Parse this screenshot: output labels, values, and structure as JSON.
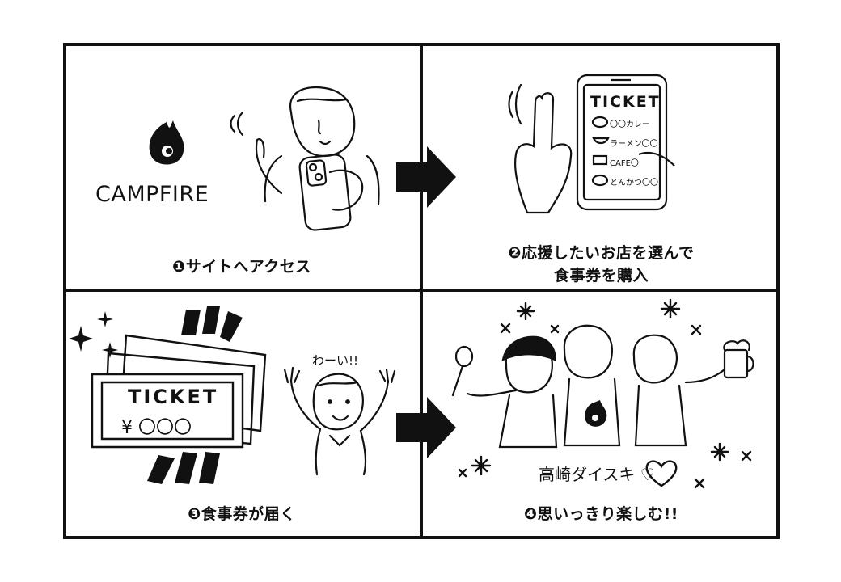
{
  "panel1": {
    "brand": "CAMPFIRE",
    "caption": "❶サイトへアクセス"
  },
  "panel2": {
    "ticket": "TICKET",
    "menu_items": [
      "〇〇カレー",
      "ラーメン〇〇",
      "CAFE〇",
      "とんかつ〇〇"
    ],
    "caption_line1": "❷応援したいお店を選んで",
    "caption_line2": "食事券を購入"
  },
  "panel3": {
    "ticket": "TICKET",
    "price": "¥ 〇〇〇",
    "shout": "わーい!!",
    "caption": "❸食事券が届く"
  },
  "panel4": {
    "banner": "高崎ダイスキ ♡",
    "caption": "❹思いっきり楽しむ!!"
  },
  "colors": {
    "ink": "#111111",
    "paper": "#ffffff"
  },
  "icons": [
    "campfire-flame-icon",
    "arrow-right-icon",
    "sparkle-icon",
    "heart-icon"
  ]
}
